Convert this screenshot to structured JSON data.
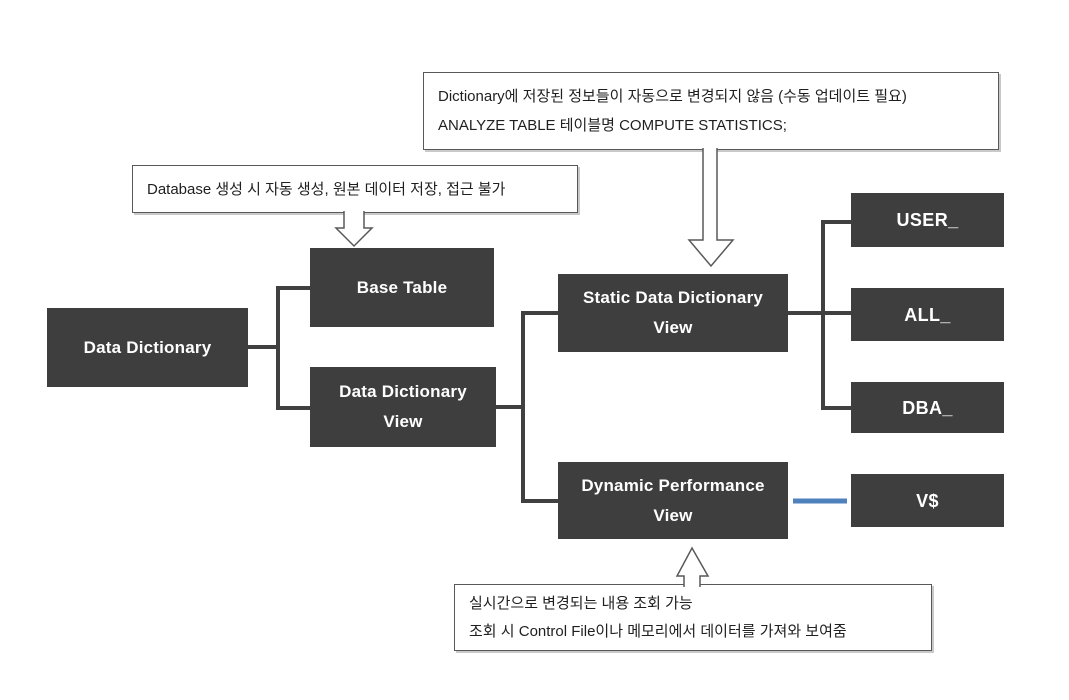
{
  "colors": {
    "background": "#ffffff",
    "node_bg": "#3e3e3e",
    "node_text": "#ffffff",
    "connector": "#404040",
    "blue_connector": "#4f81bd",
    "arrow_outline": "#595959",
    "annotation_border": "#595959",
    "annotation_text": "#1f1f1f"
  },
  "nodes": {
    "data_dictionary": {
      "label": "Data Dictionary"
    },
    "base_table": {
      "label": "Base Table"
    },
    "data_dictionary_view": {
      "line1": "Data Dictionary",
      "line2": "View"
    },
    "static_view": {
      "line1": "Static Data Dictionary",
      "line2": "View"
    },
    "dynamic_view": {
      "line1": "Dynamic Performance",
      "line2": "View"
    },
    "user_prefix": {
      "label": "USER_"
    },
    "all_prefix": {
      "label": "ALL_"
    },
    "dba_prefix": {
      "label": "DBA_"
    },
    "v_dollar": {
      "label": "V$"
    }
  },
  "annotations": {
    "top": {
      "line1": "Dictionary에 저장된 정보들이 자동으로 변경되지 않음 (수동 업데이트 필요)",
      "line2": "ANALYZE TABLE 테이블명 COMPUTE STATISTICS;"
    },
    "left": {
      "line1": "Database 생성 시 자동 생성, 원본 데이터 저장, 접근 불가"
    },
    "bottom": {
      "line1": "실시간으로 변경되는 내용 조회 가능",
      "line2": "조회 시 Control File이나 메모리에서 데이터를 가져와 보여줌"
    }
  }
}
